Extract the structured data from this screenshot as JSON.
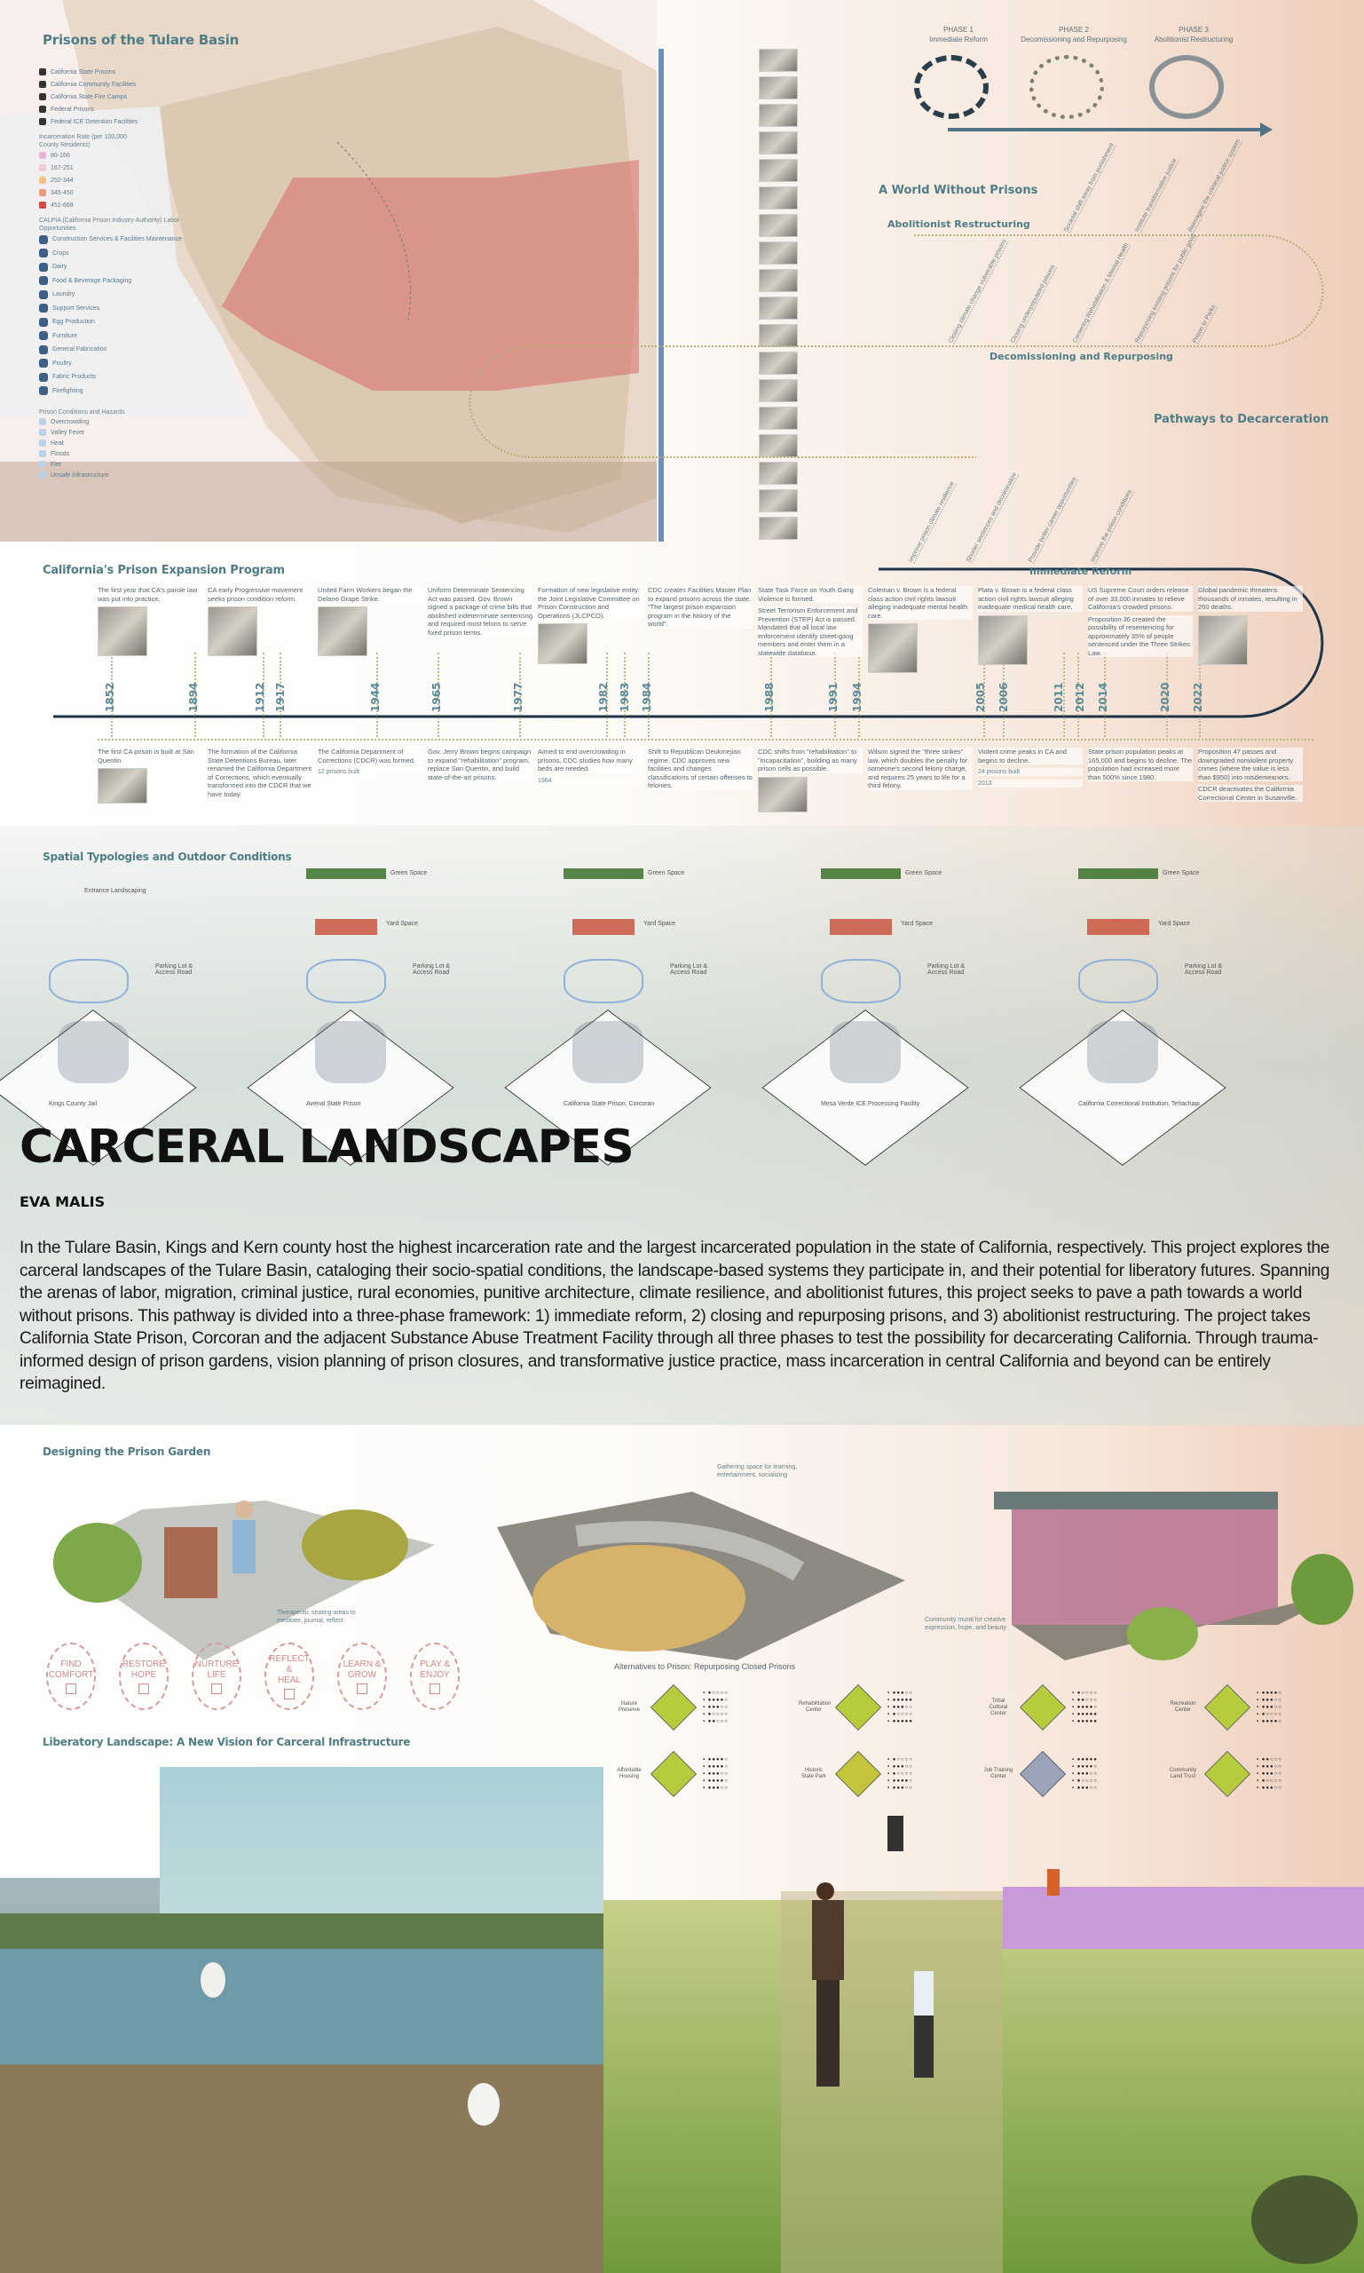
{
  "map": {
    "title": "Prisons of the Tulare Basin",
    "facility_types": [
      "California State Prisons",
      "California Community Facilities",
      "California State Fire Camps",
      "Federal Prisons",
      "Federal ICE Detention Facilities"
    ],
    "rate_title": "Incarceration Rate (per 100,000 County Residents)",
    "rates": [
      {
        "label": "80-166",
        "color": "#e9b4d6"
      },
      {
        "label": "167-251",
        "color": "#f1c9d9"
      },
      {
        "label": "252-344",
        "color": "#f0c58a"
      },
      {
        "label": "345-450",
        "color": "#e79a7c"
      },
      {
        "label": "451-668",
        "color": "#d24a4a"
      }
    ],
    "labor_title": "CALPIA (California Prison Industry Authority) Labor Opportunities",
    "labor": [
      "Construction Services & Facilities Maintenance",
      "Crops",
      "Dairy",
      "Food & Beverage Packaging",
      "Laundry",
      "Support Services",
      "Egg Production",
      "Furniture",
      "General Fabrication",
      "Poultry",
      "Fabric Products",
      "Firefighting"
    ],
    "hazards_title": "Prison Conditions and Hazards",
    "hazards": [
      "Overcrowding",
      "Valley Fever",
      "Heat",
      "Floods",
      "Fire",
      "Unsafe Infrastructure"
    ]
  },
  "phases": [
    {
      "phase": "PHASE 1",
      "name": "Immediate Reform"
    },
    {
      "phase": "PHASE 2",
      "name": "Decomissioning and Repurposing"
    },
    {
      "phase": "PHASE 3",
      "name": "Abolitionist Restructuring"
    }
  ],
  "pathways": {
    "goal": "A World Without Prisons",
    "title": "Pathways to Decarceration",
    "abolitionist": {
      "label": "Abolitionist Restructuring",
      "items": [
        "Societal shift away from punishment",
        "Institute transformative justice",
        "Reimagine the criminal justice system"
      ]
    },
    "decommissioning": {
      "label": "Decomissioning and Repurposing",
      "items": [
        "Closing climate change vulnerable prisons",
        "Closing underpopulated prisons",
        "Centering Rehabilitation & Mental Health",
        "Repurposing existing prisons for public good",
        "Prison to Parks"
      ]
    },
    "immediate": {
      "label": "Immediate Reform",
      "items": [
        "Improve prison climate resilience",
        "Shorter sentences and decriminalize",
        "Provide better career opportunities",
        "Improve the prison conditions"
      ]
    }
  },
  "timeline": {
    "title": "California's Prison Expansion Program",
    "years": [
      "1852",
      "1894",
      "1912",
      "1917",
      "1944",
      "1965",
      "1977",
      "1982",
      "1983",
      "1984",
      "1988",
      "1991",
      "1994",
      "2005",
      "2006",
      "2011",
      "2012",
      "2014",
      "2020",
      "2022"
    ],
    "marks": [
      "12 prisons built",
      "1964",
      "24 prisons built",
      "2013"
    ],
    "events": [
      "The first CA prison is built at San Quentin.",
      "The first year that CA's parole law was put into practice.",
      "The formation of the California State Detentions Bureau, later renamed the California Department of Corrections, which eventually transformed into the CDCR that we have today.",
      "CA early Progressive movement seeks prison condition reform.",
      "United Farm Workers began the Delano Grape Strike.",
      "The California Department of Corrections (CDCR) was formed.",
      "Uniform Determinate Sentencing Act was passed. Gov. Brown signed a package of crime bills that abolished indeterminate sentencing and required most felons to serve fixed prison terms.",
      "Formation of new legislative entity: the Joint Legislative Committee on Prison Construction and Operations (JLCPCO).",
      "Gov. Jerry Brown begins campaign to expand \"rehabilitation\" program, replace San Quentin, and build state-of-the-art prisons.",
      "Aimed to end overcrowding in prisons, CDC studies how many beds are needed.",
      "CDC creates Facilities Master Plan to expand prisons across the state. \"The largest prison expansion program in the history of the world\".",
      "State Task Force on Youth Gang Violence is formed.",
      "Shift to Republican Deukmejian regime. CDC approves new facilities and changes classifications of certain offenses to felonies.",
      "CDC shifts from \"rehabilitation\" to \"incapacitation\", building as many prison cells as possible.",
      "Street Terrorism Enforcement and Prevention (STEP) Act is passed. Mandated that all local law enforcement identify street-gang members and enter them in a statewide database.",
      "Coleman v. Brown is a federal class action civil rights lawsuit alleging inadequate mental health care.",
      "Wilson signed the \"three strikes\" law, which doubles the penalty for someone's second felony charge, and requires 25 years to life for a third felony.",
      "Violent crime peaks in CA and begins to decline.",
      "Plata v. Brown is a federal class action civil rights lawsuit alleging inadequate medical health care.",
      "State prison population peaks at 165,000 and begins to decline. The population had increased more than 500% since 1980.",
      "US Supreme Court orders release of over 33,000 inmates to relieve California's crowded prisons.",
      "Proposition 36 created the possibility of resentencing for approximately 35% of people sentenced under the Three Strikes Law.",
      "Proposition 47 passes and downgraded nonviolent property crimes (where the value is less than $950) into misdemeanors.",
      "Global pandemic threatens thousands of inmates, resulting in 260 deaths.",
      "CDCR deactivates the California Correctional Center in Susanville."
    ]
  },
  "typologies": {
    "title": "Spatial Typologies and Outdoor Conditions",
    "layers": {
      "green": "Green Space",
      "yard": "Yard Space",
      "parking": "Parking Lot & Access Road",
      "entrance": "Entrance Landscaping"
    },
    "sites": [
      "Kings County Jail",
      "Avenal State Prison",
      "California State Prison, Corcoran",
      "Mesa Verde ICE Processing Facility",
      "California Correctional Institution, Tehachapi"
    ]
  },
  "header": {
    "title": "CARCERAL LANDSCAPES",
    "author": "EVA MALIS",
    "abstract": "In the Tulare Basin, Kings and Kern county host the highest incarceration rate and the largest incarcerated population in the state of California, respectively. This project explores the carceral landscapes of the Tulare Basin, cataloging their socio-spatial conditions, the landscape-based systems they participate in, and their potential for liberatory futures. Spanning the arenas of labor, migration, criminal justice, rural economies, punitive architecture, climate resilience, and abolitionist futures, this project seeks to pave a path towards a world without prisons. This pathway is divided into a three-phase framework: 1) immediate reform, 2) closing and repurposing prisons, and 3) abolitionist restructuring. The project takes California State Prison, Corcoran and the adjacent Substance Abuse Treatment Facility through all three phases to test the possibility for decarcerating California.  Through trauma-informed design of prison gardens, vision planning of prison closures, and transformative justice practice, mass incarceration in central California and beyond can be entirely reimagined."
  },
  "garden": {
    "title": "Designing the Prison Garden",
    "captions": [
      "Therapeutic seating areas to meditate, journal, reflect",
      "Gathering space for learning, entertainment, socializing",
      "Community mural for creative expression, hope, and beauty"
    ],
    "values": [
      [
        "FIND",
        "COMFORT"
      ],
      [
        "RESTORE",
        "HOPE"
      ],
      [
        "NURTURE",
        "LIFE"
      ],
      [
        "REFLECT &",
        "HEAL"
      ],
      [
        "LEARN &",
        "GROW"
      ],
      [
        "PLAY &",
        "ENJOY"
      ]
    ]
  },
  "alternatives": {
    "title": "Alternatives to Prison: Repurposing Closed Prisons",
    "items": [
      {
        "name": "Nature Preserve",
        "color": "#b7cc3c",
        "ratings": [
          1,
          4,
          3,
          1,
          2
        ]
      },
      {
        "name": "Rehabilitation Center",
        "color": "#b7cc3c",
        "ratings": [
          3,
          5,
          3,
          1,
          5
        ]
      },
      {
        "name": "Tribal Cultural Center",
        "color": "#b7cc3c",
        "ratings": [
          1,
          2,
          4,
          5,
          5
        ]
      },
      {
        "name": "Recreation Center",
        "color": "#b7cc3c",
        "ratings": [
          4,
          3,
          3,
          1,
          4
        ]
      },
      {
        "name": "Affordable Housing",
        "color": "#b7cc3c",
        "ratings": [
          4,
          4,
          3,
          4,
          3
        ]
      },
      {
        "name": "Historic State Park",
        "color": "#c3c63a",
        "ratings": [
          1,
          3,
          1,
          4,
          3
        ]
      },
      {
        "name": "Job Training Center",
        "color": "#9aa3b8",
        "ratings": [
          5,
          4,
          3,
          1,
          3
        ]
      },
      {
        "name": "Community Land Trust",
        "color": "#b7cc3c",
        "ratings": [
          2,
          3,
          3,
          1,
          3
        ]
      }
    ]
  },
  "liberatory": {
    "title": "Liberatory Landscape: A New Vision for Carceral Infrastructure"
  },
  "colors": {
    "accent": "#4f7d86",
    "timeline_line": "#1f3346",
    "yard": "#c8563f",
    "green": "#2f6a1e",
    "parking": "#8fb0d8",
    "map_red": "#d96a6a"
  }
}
